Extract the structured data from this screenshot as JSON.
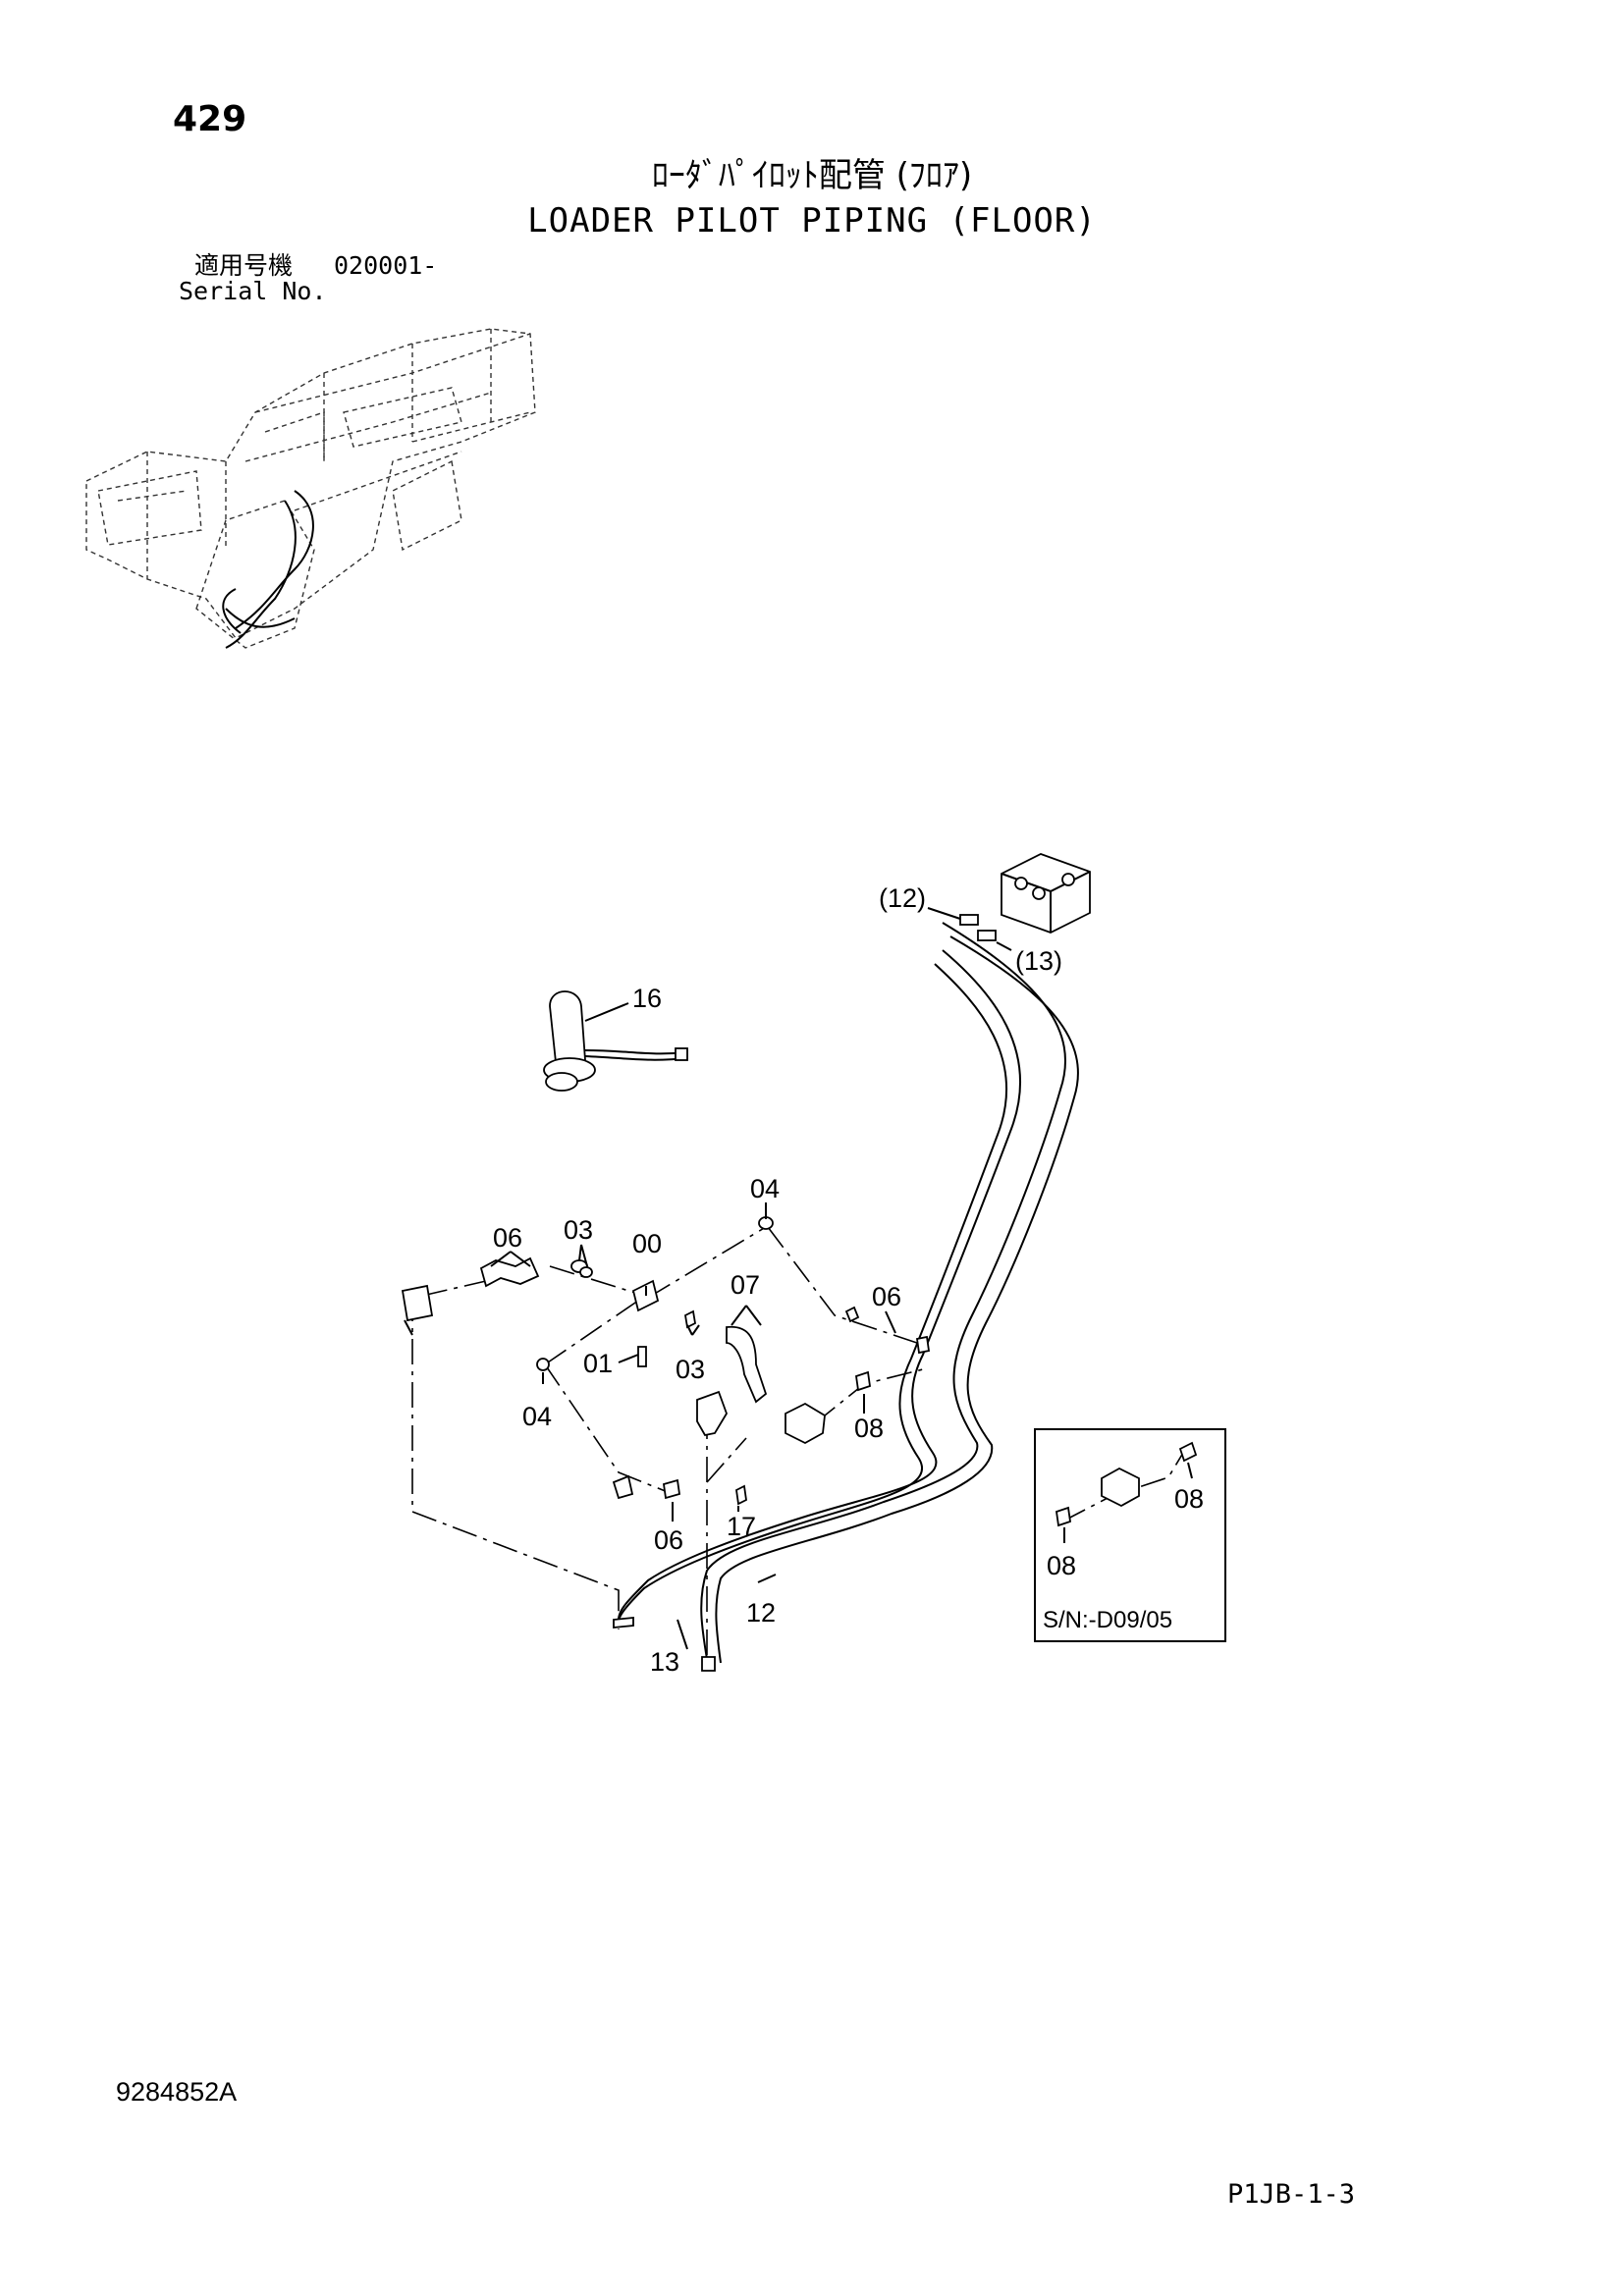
{
  "header": {
    "page_number": "429",
    "title_jp": "ﾛｰﾀﾞﾊﾟｲﾛｯﾄ配管 (ﾌﾛｱ)",
    "title_en": "LOADER PILOT PIPING (FLOOR)",
    "serial_label_jp": "適用号機",
    "serial_value": "020001-",
    "serial_label_en": "Serial No."
  },
  "callouts": {
    "c12": "(12)",
    "c13": "(13)",
    "c16": "16",
    "c04_top": "04",
    "c06_left": "06",
    "c03_left": "03",
    "c00": "00",
    "c07": "07",
    "c06_right": "06",
    "c01": "01",
    "c03_mid": "03",
    "c04_left": "04",
    "c08": "08",
    "c17": "17",
    "c06_bottom": "06",
    "c12_bottom": "12",
    "c13_bottom": "13"
  },
  "inset": {
    "label_08_right": "08",
    "label_08_left": "08",
    "serial_note": "S/N:-D09/05"
  },
  "footer": {
    "diagram_code": "9284852A",
    "sheet_code": "P1JB-1-3"
  }
}
